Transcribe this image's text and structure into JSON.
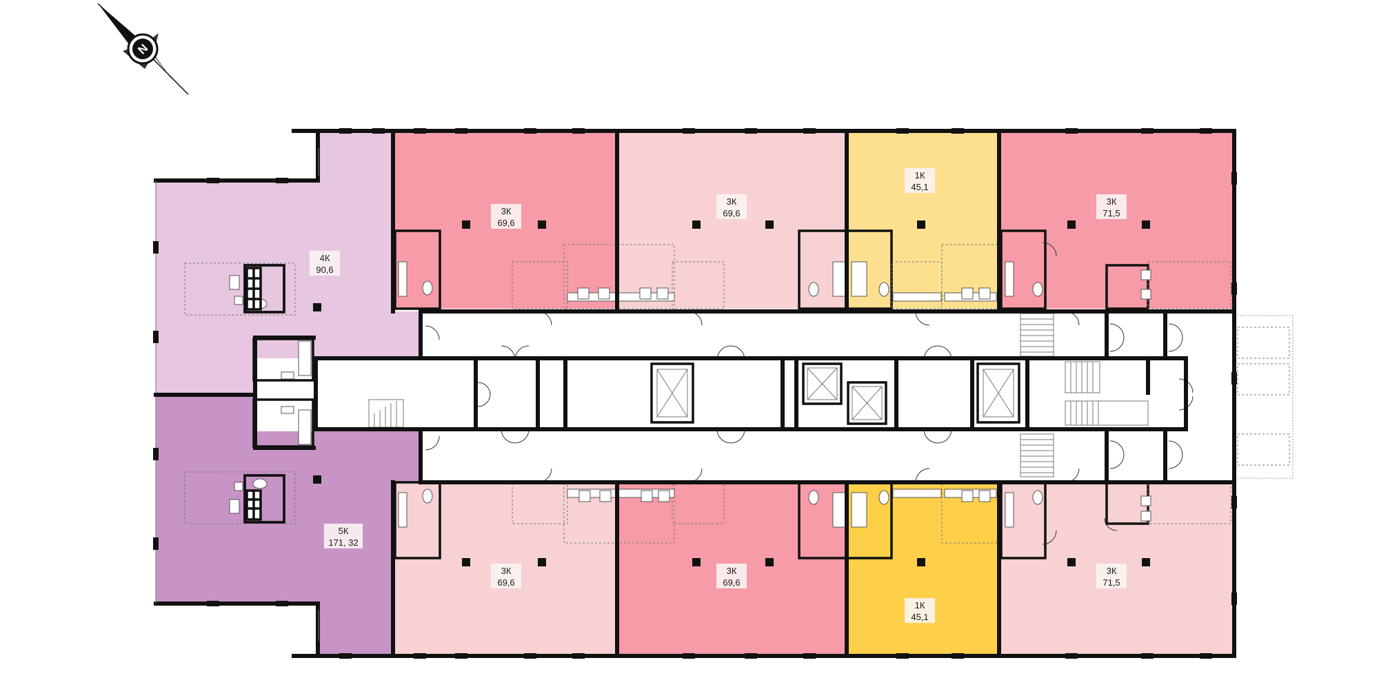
{
  "compass": {
    "letter": "N"
  },
  "colors": {
    "pink_dark": "#f69ba7",
    "pink_light": "#f7d1d3",
    "yellow_light": "#fde08f",
    "yellow_dark": "#fed04a",
    "lilac_light": "#e7c6e0",
    "lilac_dark": "#c894c6",
    "corridor": "#ffffff",
    "wall": "#111111"
  },
  "apartments": [
    {
      "id": "a1",
      "rooms": "4К",
      "area": "90,6",
      "color": "lilac_light"
    },
    {
      "id": "a2",
      "rooms": "3К",
      "area": "69,6",
      "color": "pink_dark"
    },
    {
      "id": "a3",
      "rooms": "3К",
      "area": "69,6",
      "color": "pink_light"
    },
    {
      "id": "a4",
      "rooms": "1К",
      "area": "45,1",
      "color": "yellow_light"
    },
    {
      "id": "a5",
      "rooms": "3К",
      "area": "71,5",
      "color": "pink_dark"
    },
    {
      "id": "a6",
      "rooms": "5К",
      "area": "171, 32",
      "color": "lilac_dark"
    },
    {
      "id": "a7",
      "rooms": "3К",
      "area": "69,6",
      "color": "pink_light"
    },
    {
      "id": "a8",
      "rooms": "3К",
      "area": "69,6",
      "color": "pink_dark"
    },
    {
      "id": "a9",
      "rooms": "1К",
      "area": "45,1",
      "color": "yellow_dark"
    },
    {
      "id": "a10",
      "rooms": "3К",
      "area": "71,5",
      "color": "pink_light"
    }
  ]
}
